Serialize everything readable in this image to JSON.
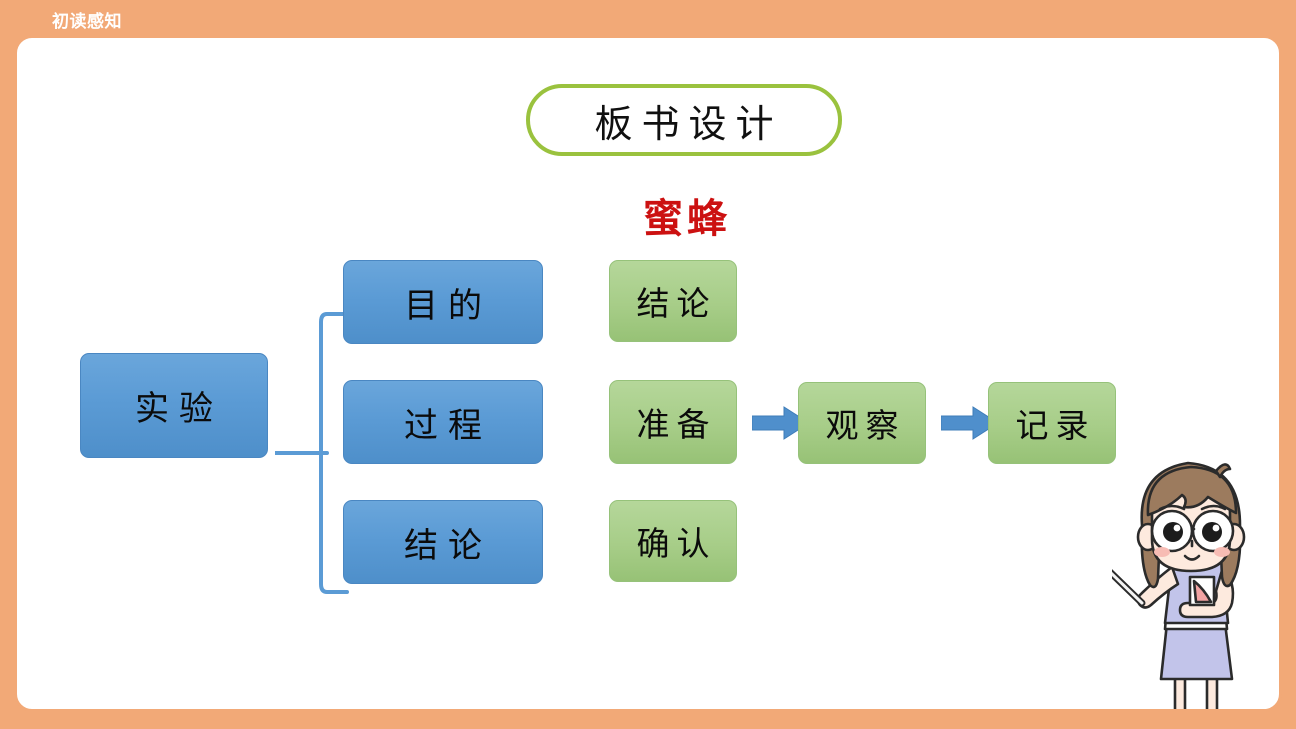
{
  "slide": {
    "banner_label": "初读感知",
    "background_color": "#f2a977",
    "card_background": "#ffffff"
  },
  "title": {
    "text": "板书设计",
    "border_color": "#9ac23e"
  },
  "subject": {
    "text": "蜜蜂",
    "color": "#cc1111"
  },
  "colors": {
    "blue_node": "#5b9bd5",
    "green_node": "#a7cd88",
    "arrow": "#4f8fcc",
    "bracket": "#5b9bd5",
    "frame": "#f2a977"
  },
  "diagram": {
    "root": {
      "label": "实验",
      "style": "blue"
    },
    "branches": [
      {
        "label": "目的",
        "style": "blue"
      },
      {
        "label": "过程",
        "style": "blue"
      },
      {
        "label": "结论",
        "style": "blue"
      }
    ],
    "details": [
      {
        "label": "结论",
        "style": "green"
      },
      {
        "label": "准备",
        "style": "green"
      },
      {
        "label": "确认",
        "style": "green"
      }
    ],
    "process_chain": [
      {
        "label": "观察",
        "style": "green"
      },
      {
        "label": "记录",
        "style": "green"
      }
    ],
    "arrow_glyph": "→"
  },
  "illustration": {
    "name": "teacher-girl-with-pointer",
    "hair_color": "#9c7b5e",
    "skin_color": "#fbe6d8",
    "dress_color": "#bcbfe8"
  }
}
